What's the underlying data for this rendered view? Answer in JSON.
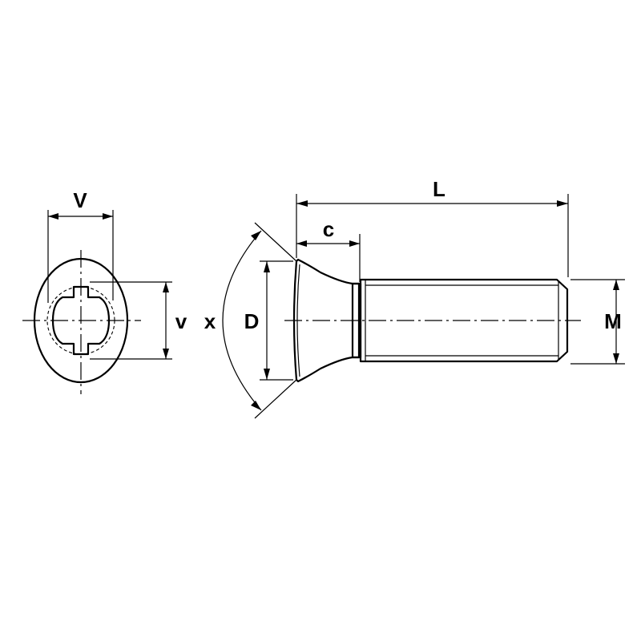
{
  "diagram": {
    "labels": {
      "head_width": "V",
      "slot_width": "v",
      "head_angle": "x",
      "head_diameter": "D",
      "neck_length": "c",
      "length": "L",
      "thread": "M"
    },
    "colors": {
      "line": "#000000",
      "background": "#ffffff"
    }
  }
}
